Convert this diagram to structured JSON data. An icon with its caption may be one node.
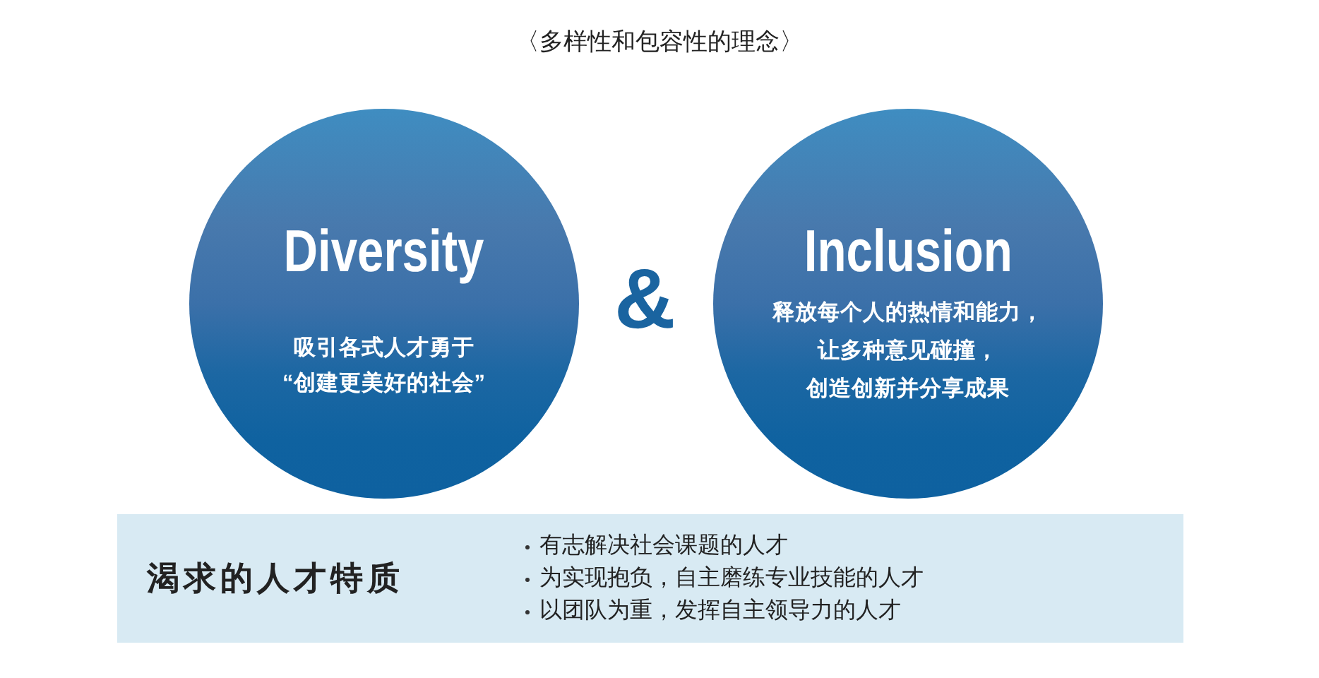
{
  "diagram": {
    "title": "〈多样性和包容性的理念〉",
    "nodes": [
      {
        "text": [
          "Diversity",
          "吸引各式人才勇于“创建更美好的社会”"
        ]
      },
      {
        "text": [
          "Inclusion",
          "释放每个人的热情和能力，让多种意见碰撞，创造创新并分享成果"
        ]
      },
      {
        "text": [
          "渴求的人才特质",
          "有志解决社会课题的人才",
          "为实现抱负，自主磨练专业技能的人才",
          "以团队为重，发挥自主领导力的人才"
        ]
      }
    ],
    "labels": [
      "&"
    ]
  }
}
